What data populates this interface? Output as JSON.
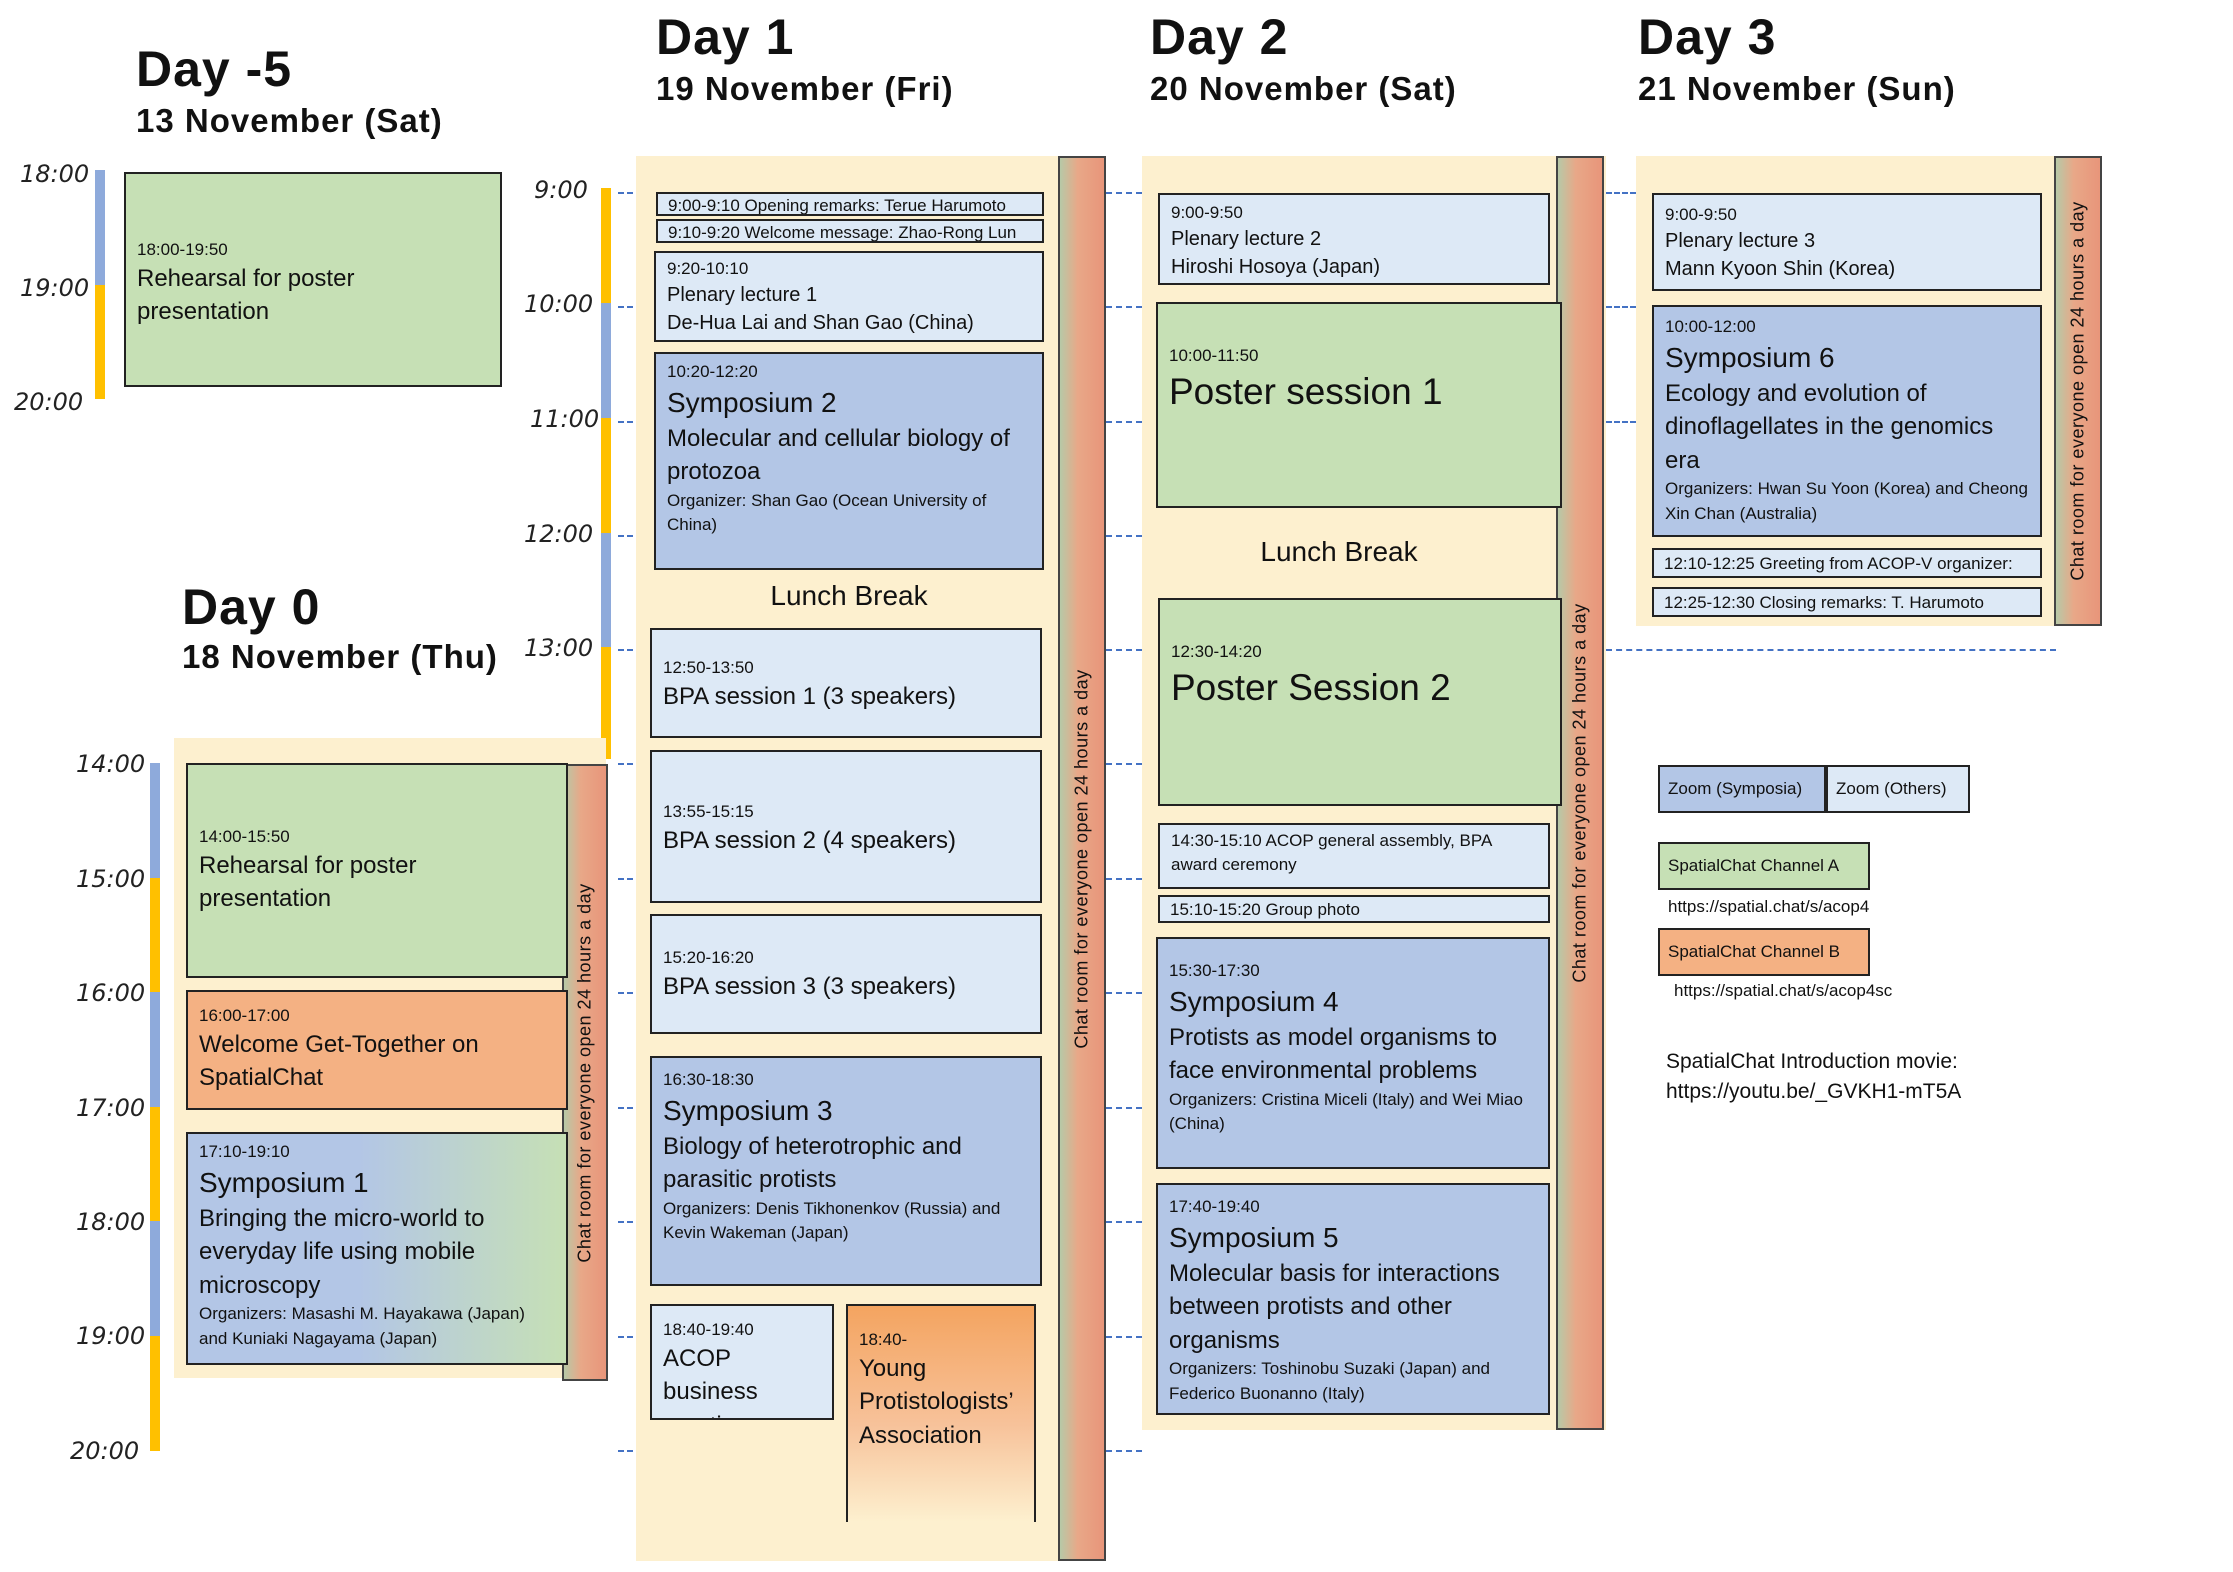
{
  "days": {
    "dm5": {
      "title": "Day -5",
      "date": "13 November (Sat)"
    },
    "d0": {
      "title": "Day 0",
      "date": "18 November (Thu)"
    },
    "d1": {
      "title": "Day 1",
      "date": "19 November (Fri)"
    },
    "d2": {
      "title": "Day 2",
      "date": "20 November (Sat)"
    },
    "d3": {
      "title": "Day 3",
      "date": "21 November (Sun)"
    }
  },
  "timeline_a": [
    "18:00",
    "19:00",
    "20:00"
  ],
  "timeline_b": [
    "9:00",
    "10:00",
    "11:00",
    "12:00",
    "13:00"
  ],
  "timeline_c": [
    "14:00",
    "15:00",
    "16:00",
    "17:00",
    "18:00",
    "19:00",
    "20:00"
  ],
  "chat_label": "Chat room for everyone open 24 hours a day",
  "lunch_break": "Lunch Break",
  "dm5_events": {
    "rehearsal": {
      "time": "18:00-19:50",
      "title": "Rehearsal for poster presentation"
    }
  },
  "d0_events": {
    "rehearsal": {
      "time": "14:00-15:50",
      "title": "Rehearsal for poster presentation"
    },
    "welcome": {
      "time": "16:00-17:00",
      "title": "Welcome Get-Together on SpatialChat"
    },
    "sym1": {
      "time": "17:10-19:10",
      "name": "Symposium 1",
      "title": "Bringing the micro-world to everyday life using mobile microscopy",
      "org": "Organizers: Masashi M. Hayakawa (Japan) and Kuniaki Nagayama (Japan)"
    }
  },
  "d1_events": {
    "opening": "9:00-9:10 Opening remarks: Terue Harumoto",
    "welcome": "9:10-9:20 Welcome message: Zhao-Rong Lun",
    "plenary1": {
      "time": "9:20-10:10",
      "line1": "Plenary lecture 1",
      "line2": "De-Hua Lai and Shan Gao (China)"
    },
    "sym2": {
      "time": "10:20-12:20",
      "name": "Symposium 2",
      "title": "Molecular and cellular biology of protozoa",
      "org": "Organizer: Shan Gao (Ocean University of China)"
    },
    "bpa1": {
      "time": "12:50-13:50",
      "title": "BPA session 1 (3 speakers)"
    },
    "bpa2": {
      "time": "13:55-15:15",
      "title": "BPA session 2 (4 speakers)"
    },
    "bpa3": {
      "time": "15:20-16:20",
      "title": "BPA session 3 (3 speakers)"
    },
    "sym3": {
      "time": "16:30-18:30",
      "name": "Symposium 3",
      "title": "Biology of heterotrophic and parasitic protists",
      "org": "Organizers: Denis Tikhonenkov (Russia) and Kevin Wakeman (Japan)"
    },
    "acop": {
      "time": "18:40-19:40",
      "title": "ACOP business meeting"
    },
    "ypa": {
      "time": "18:40-",
      "title": "Young Protistologists’ Association"
    }
  },
  "d2_events": {
    "plenary2": {
      "time": "9:00-9:50",
      "line1": "Plenary lecture 2",
      "line2": "Hiroshi Hosoya (Japan)"
    },
    "poster1": {
      "time": "10:00-11:50",
      "title": "Poster session 1"
    },
    "poster2": {
      "time": "12:30-14:20",
      "title": "Poster Session 2"
    },
    "assembly": "14:30-15:10 ACOP general assembly, BPA award ceremony",
    "photo": "15:10-15:20 Group photo",
    "sym4": {
      "time": "15:30-17:30",
      "name": "Symposium 4",
      "title": "Protists as model organisms to face environmental problems",
      "org": "Organizers: Cristina Miceli (Italy) and Wei Miao (China)"
    },
    "sym5": {
      "time": "17:40-19:40",
      "name": "Symposium 5",
      "title": "Molecular basis for interactions between protists and other organisms",
      "org": "Organizers: Toshinobu Suzaki (Japan) and Federico Buonanno (Italy)"
    }
  },
  "d3_events": {
    "plenary3": {
      "time": "9:00-9:50",
      "line1": "Plenary lecture 3",
      "line2": "Mann Kyoon Shin (Korea)"
    },
    "sym6": {
      "time": "10:00-12:00",
      "name": "Symposium 6",
      "title": "Ecology and evolution of dinoflagellates in the genomics era",
      "org": "Organizers: Hwan Su Yoon (Korea) and Cheong Xin Chan (Australia)"
    },
    "greeting": "12:10-12:25 Greeting from ACOP-V organizer:",
    "closing": "12:25-12:30 Closing remarks: T.  Harumoto"
  },
  "legend": {
    "zoom_symposia": "Zoom (Symposia)",
    "zoom_others": "Zoom (Others)",
    "channel_a": "SpatialChat Channel A",
    "channel_a_url": "https://spatial.chat/s/acop4",
    "channel_b": "SpatialChat Channel B",
    "channel_b_url": "https://spatial.chat/s/acop4sc",
    "movie_label": "SpatialChat Introduction movie:",
    "movie_url": "https://youtu.be/_GVKH1-mT5A"
  },
  "colors": {
    "cream": "#fdf0cf",
    "green": "#c6e0b5",
    "blue": "#b3c6e6",
    "light_blue": "#dde9f6",
    "orange": "#f4b183",
    "timeline_blue": "#8eaadb",
    "timeline_yellow": "#ffc000",
    "dash_blue": "#4472c4"
  }
}
